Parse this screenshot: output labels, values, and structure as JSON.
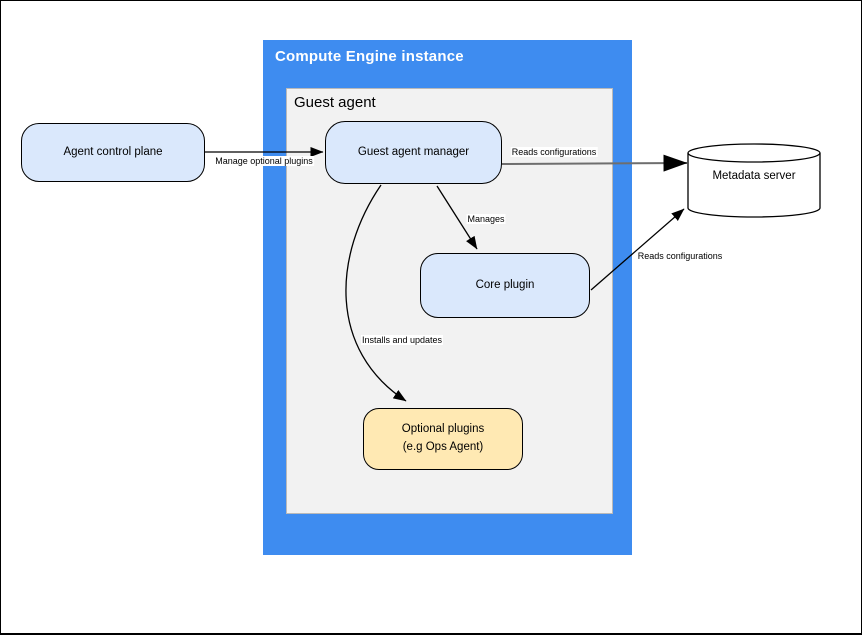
{
  "diagram": {
    "outer_container": {
      "title": "Compute Engine instance"
    },
    "inner_container": {
      "title": "Guest agent"
    },
    "nodes": {
      "agent_control_plane": {
        "label": "Agent control plane"
      },
      "guest_agent_manager": {
        "label": "Guest agent manager"
      },
      "core_plugin": {
        "label": "Core plugin"
      },
      "optional_plugins": {
        "label_line1": "Optional plugins",
        "label_line2": "(e.g  Ops Agent)"
      },
      "metadata_server": {
        "label": "Metadata server",
        "shape": "database-cylinder"
      }
    },
    "edges": {
      "manage_optional_plugins": {
        "label": "Manage optional plugins",
        "from": "agent_control_plane",
        "to": "guest_agent_manager"
      },
      "reads_configurations_manager": {
        "label": "Reads configurations",
        "from": "guest_agent_manager",
        "to": "metadata_server"
      },
      "manages": {
        "label": "Manages",
        "from": "guest_agent_manager",
        "to": "core_plugin"
      },
      "installs_and_updates": {
        "label": "Installs and updates",
        "from": "guest_agent_manager",
        "to": "optional_plugins"
      },
      "reads_configurations_core": {
        "label": "Reads configurations",
        "from": "core_plugin",
        "to": "metadata_server"
      }
    },
    "colors": {
      "container_blue": "#3e8cf0",
      "container_gray_fill": "#f2f2f2",
      "node_blue_fill": "#dae8fc",
      "node_yellow_fill": "#ffe9b3",
      "edge_gray": "#6e6e6e",
      "stroke": "#000000"
    }
  }
}
